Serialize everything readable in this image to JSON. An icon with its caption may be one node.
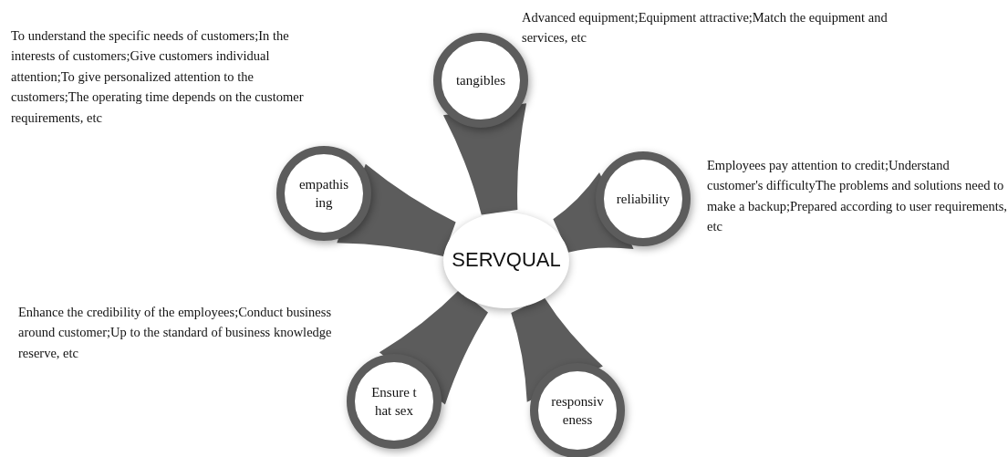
{
  "diagram": {
    "nodes": [
      {
        "text": [
          "SERVQUAL"
        ]
      },
      {
        "text": [
          "tangibles"
        ],
        "beside": [
          "Advanced equipment;Equipment attractive;Match the equipment and services, etc"
        ]
      },
      {
        "text": [
          "reliability"
        ],
        "beside": [
          "Employees pay attention to credit;Understand customer's difficultyThe problems and solutions need to make a backup;Prepared according to user requirements, etc"
        ]
      },
      {
        "text": [
          "responsiveness"
        ]
      },
      {
        "text": [
          "Ensure that sex"
        ],
        "beside": [
          "Enhance the credibility of the employees;Conduct business around customer;Up to the standard of business knowledge reserve, etc"
        ]
      },
      {
        "text": [
          "empathising"
        ],
        "beside": [
          "To understand the specific needs of customers;In the interests of customers;Give customers individual attention;To give personalized attention to the customers;The operating time depends on the customer requirements, etc"
        ]
      }
    ],
    "edges": [
      {
        "from": 0,
        "to": 1,
        "arrow": "none"
      },
      {
        "from": 0,
        "to": 2,
        "arrow": "none"
      },
      {
        "from": 0,
        "to": 3,
        "arrow": "none"
      },
      {
        "from": 0,
        "to": 4,
        "arrow": "none"
      },
      {
        "from": 0,
        "to": 5,
        "arrow": "none"
      }
    ]
  }
}
